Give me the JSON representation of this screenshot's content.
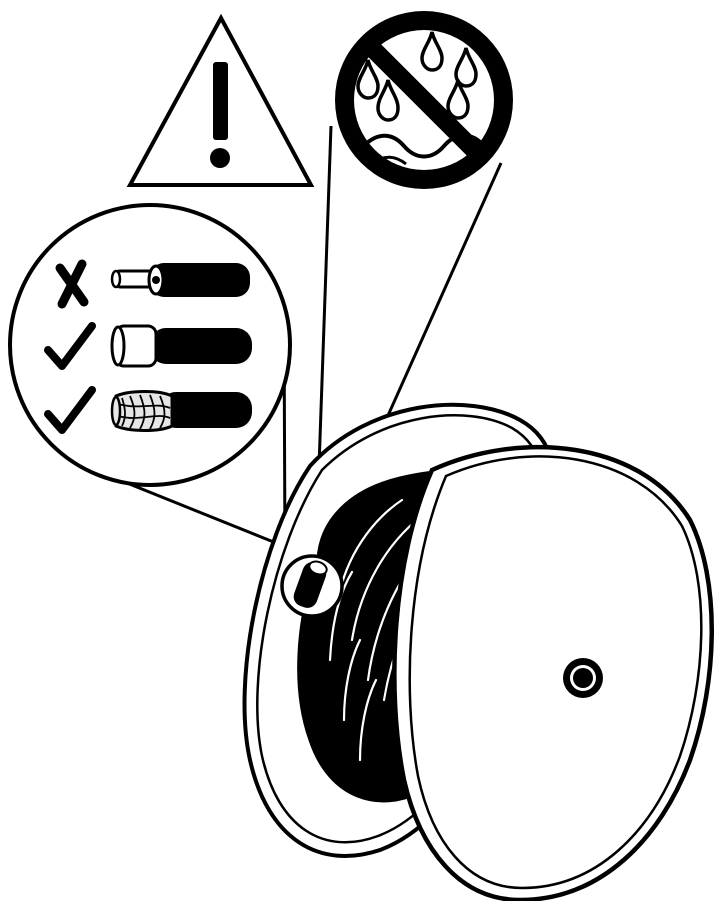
{
  "symbols": {
    "warning": {
      "icon": "warning-triangle-icon",
      "glyph": "!"
    },
    "no_water": {
      "icon": "no-water-icon"
    }
  },
  "cable_end_inspection": {
    "items": [
      {
        "status_icon": "cross-icon",
        "status": "incorrect",
        "cable_end": "stripped-core-exposed"
      },
      {
        "status_icon": "check-icon",
        "status": "correct",
        "cable_end": "end-cap-sealed"
      },
      {
        "status_icon": "check-icon",
        "status": "correct",
        "cable_end": "end-taped-wrapped"
      }
    ]
  },
  "cable_reel": {
    "icon": "cable-reel-icon",
    "highlight": "cable-end"
  },
  "colors": {
    "ink": "#000000",
    "paper": "#ffffff",
    "light_fill": "#e6e6e6"
  }
}
